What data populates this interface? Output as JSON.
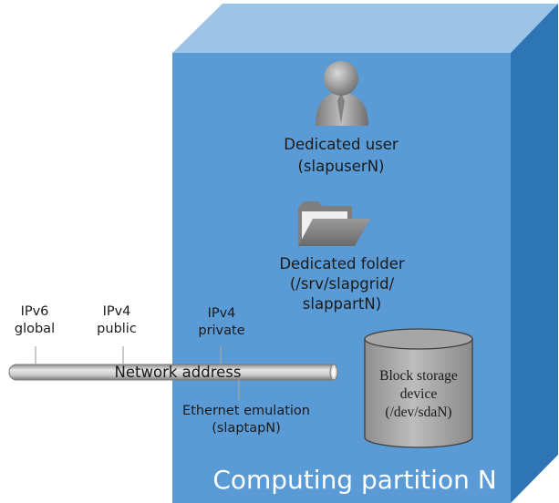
{
  "diagram": {
    "user": {
      "icon": "user-icon",
      "line1": "Dedicated user",
      "line2": "(slapuserN)"
    },
    "folder": {
      "icon": "folder-icon",
      "line1": "Dedicated folder",
      "line2": "(/srv/slapgrid/",
      "line3": "slappartN)"
    },
    "network": {
      "label": "Network address",
      "ipv6": {
        "line1": "IPv6",
        "line2": "global"
      },
      "ipv4_public": {
        "line1": "IPv4",
        "line2": "public"
      },
      "ipv4_private": {
        "line1": "IPv4",
        "line2": "private"
      },
      "ethernet": {
        "line1": "Ethernet emulation",
        "line2": "(slaptapN)"
      }
    },
    "storage": {
      "icon": "cylinder-icon",
      "line1": "Block storage",
      "line2": "device",
      "line3": "(/dev/sdaN)"
    },
    "partition": {
      "title": "Computing partition N"
    },
    "colors": {
      "box_front": "#5b9bd5",
      "box_top": "#9dc3e6",
      "box_side": "#2e75b6",
      "cylinder": "#a6a6a6",
      "tube": "#bfbfbf"
    }
  }
}
